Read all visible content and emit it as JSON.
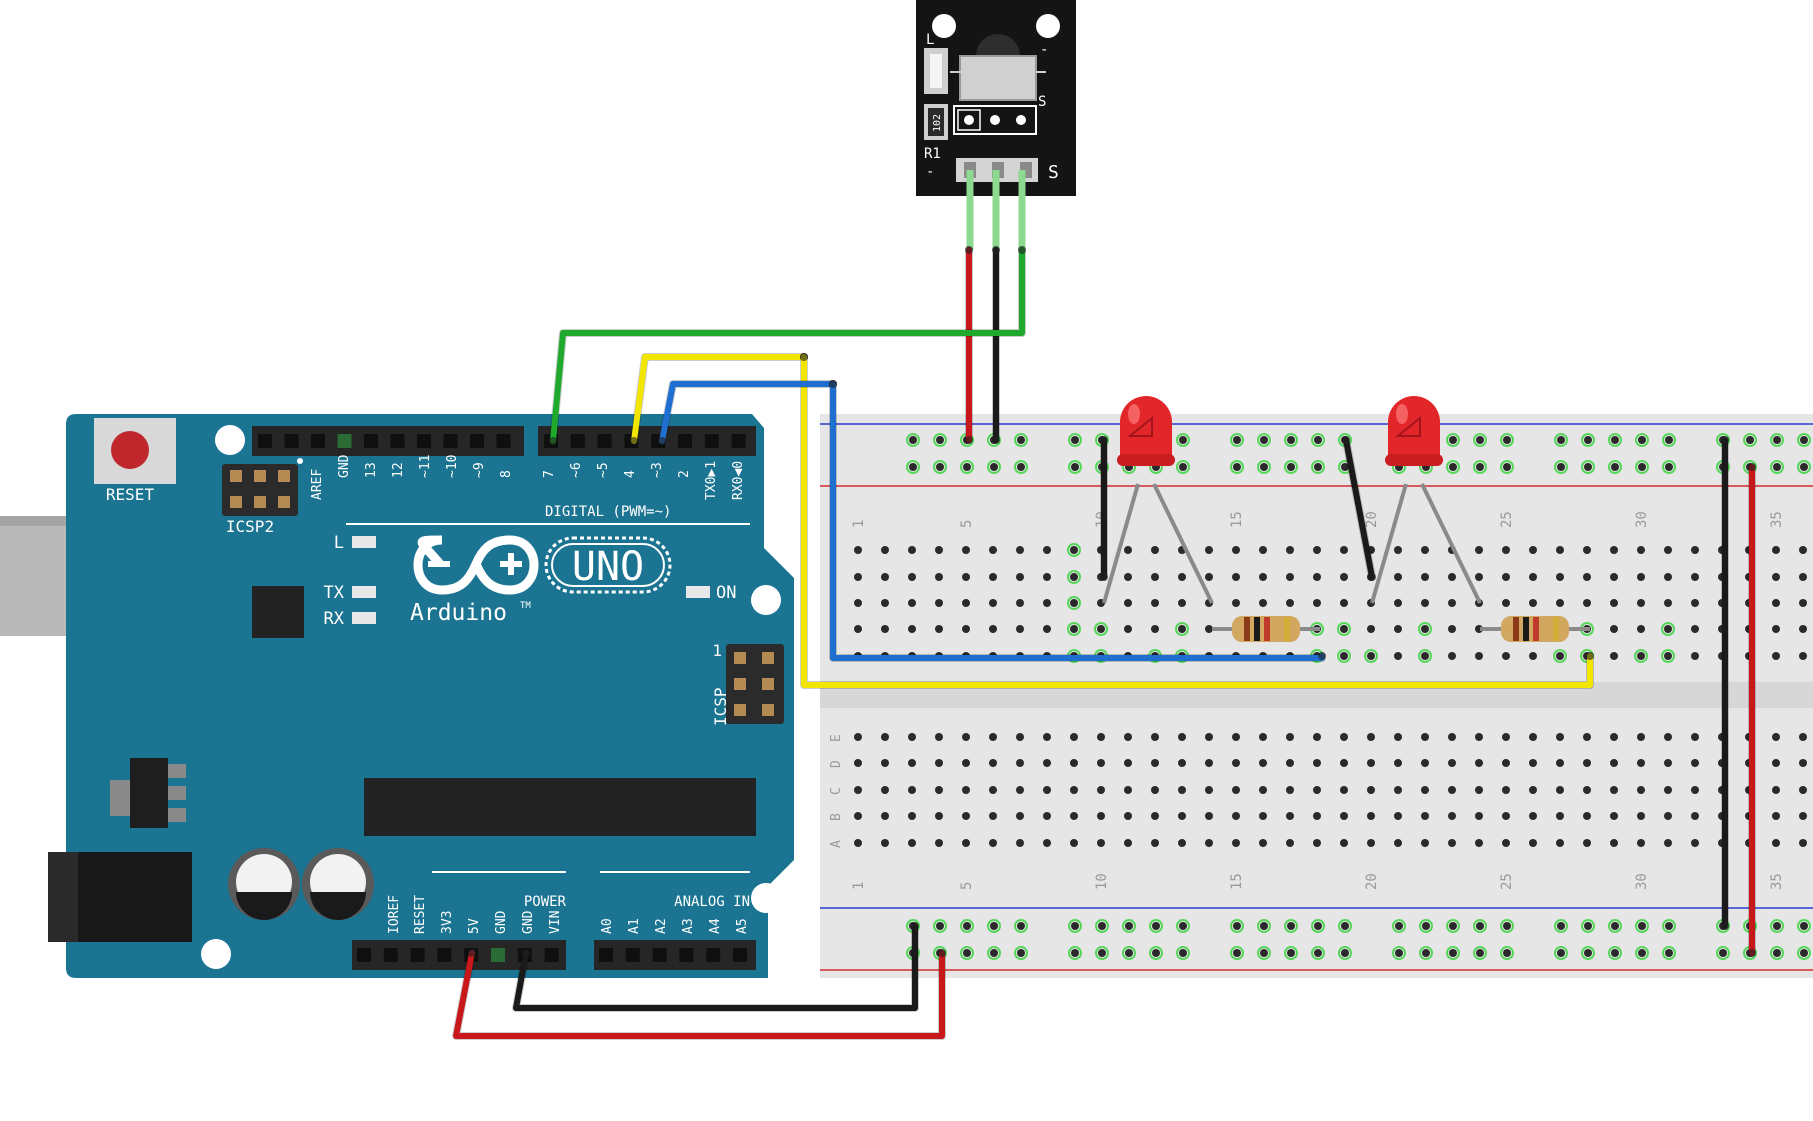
{
  "arduino": {
    "brand": "Arduino",
    "trademark": "TM",
    "model": "UNO",
    "reset_label": "RESET",
    "icsp2_label": "ICSP2",
    "icsp_label": "ICSP",
    "icsp_pin1": "1",
    "led_l": "L",
    "led_tx": "TX",
    "led_rx": "RX",
    "on_label": "ON",
    "digital_label": "DIGITAL (PWM=~)",
    "power_label": "POWER",
    "analog_label": "ANALOG IN",
    "digital_pins": [
      "AREF",
      "GND",
      "13",
      "12",
      "~11",
      "~10",
      "~9",
      "8",
      "7",
      "~6",
      "~5",
      "4",
      "~3",
      "2",
      "TX0▶1",
      "RX0◀0"
    ],
    "power_pins": [
      "IOREF",
      "RESET",
      "3V3",
      "5V",
      "GND",
      "GND",
      "VIN"
    ],
    "analog_pins": [
      "A0",
      "A1",
      "A2",
      "A3",
      "A4",
      "A5"
    ],
    "color": "#1b7491"
  },
  "ir_module": {
    "label_l": "L",
    "label_r1": "R1",
    "label_resistor": "102",
    "label_s_top": "S",
    "label_s_bottom": "S",
    "minus_top": "-",
    "minus_bottom": "-",
    "pcb_color": "#141414"
  },
  "breadboard": {
    "row_letters": [
      "A",
      "B",
      "C",
      "D",
      "E"
    ],
    "column_numbers": [
      "1",
      "5",
      "10",
      "15",
      "20",
      "25",
      "30",
      "35"
    ]
  },
  "wires": {
    "green": "#1faa2e",
    "yellow": "#f2e600",
    "blue": "#1e6fd0",
    "red": "#c8181c",
    "black": "#1a1a1a"
  },
  "components": {
    "led_color": "#e3262a",
    "resistor_color": "#d2a760"
  }
}
